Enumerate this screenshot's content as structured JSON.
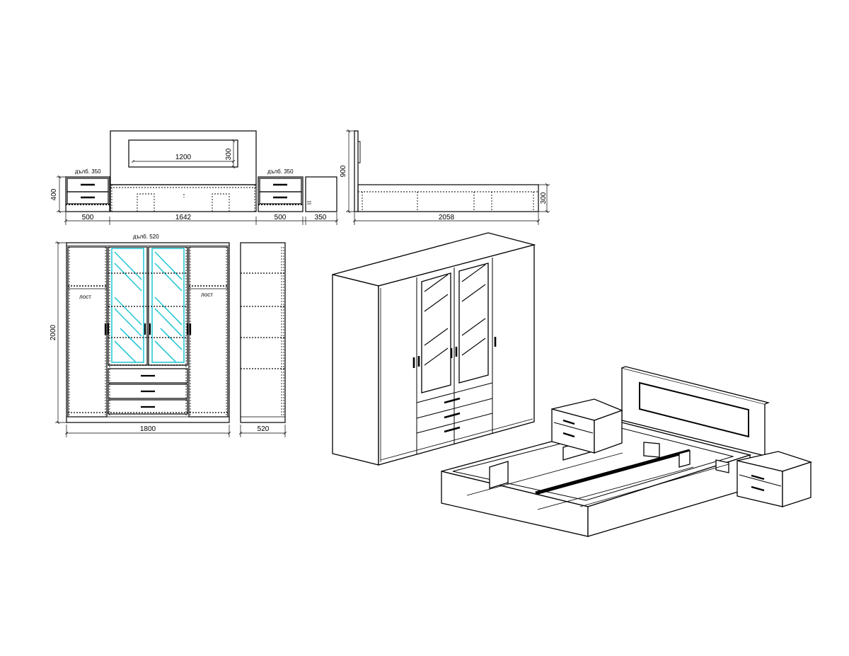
{
  "bed_front": {
    "headboard_panel_width": "1200",
    "headboard_panel_height": "300",
    "bed_width": "1642",
    "nightstand_height": "400",
    "nightstand_width": "500",
    "nightstand_width_right": "500",
    "nightstand_side_depth": "350",
    "depth_label_left": "дълб. 350",
    "depth_label_right": "дълб. 350"
  },
  "bed_side": {
    "total_height": "900",
    "frame_height": "300",
    "length": "2058"
  },
  "wardrobe_front": {
    "depth_label": "дълб. 520",
    "height": "2000",
    "width": "1800",
    "rod_label_left": "лост",
    "rod_label_right": "лост"
  },
  "wardrobe_side": {
    "depth": "520"
  },
  "colors": {
    "line": "#000000",
    "mirror": "#29c9d6",
    "shadow": "#555555"
  }
}
